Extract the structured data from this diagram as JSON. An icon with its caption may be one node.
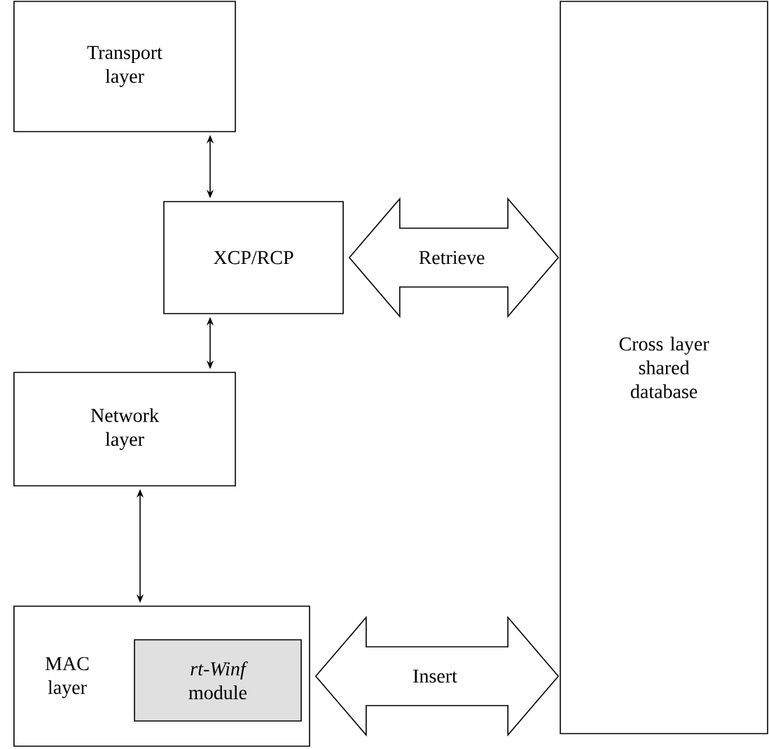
{
  "diagram": {
    "nodes": [
      {
        "text": [
          "Transport layer"
        ]
      },
      {
        "text": [
          "XCP/RCP"
        ]
      },
      {
        "text": [
          "Network layer"
        ]
      },
      {
        "text": [
          "MAC layer"
        ]
      },
      {
        "text": [
          "*rt-Winf* module"
        ],
        "in": 3
      },
      {
        "text": [
          "Cross layer shared database"
        ]
      }
    ],
    "edges": [
      {
        "from": 0,
        "to": 1,
        "arrow": "both"
      },
      {
        "from": 1,
        "to": 2,
        "arrow": "both"
      },
      {
        "from": 2,
        "to": 3,
        "arrow": "both"
      },
      {
        "from": 1,
        "to": 5,
        "arrow": "both",
        "label": "Retrieve",
        "style": "thick"
      },
      {
        "from": 3,
        "to": 5,
        "arrow": "both",
        "label": "Insert",
        "style": "thick"
      }
    ]
  }
}
